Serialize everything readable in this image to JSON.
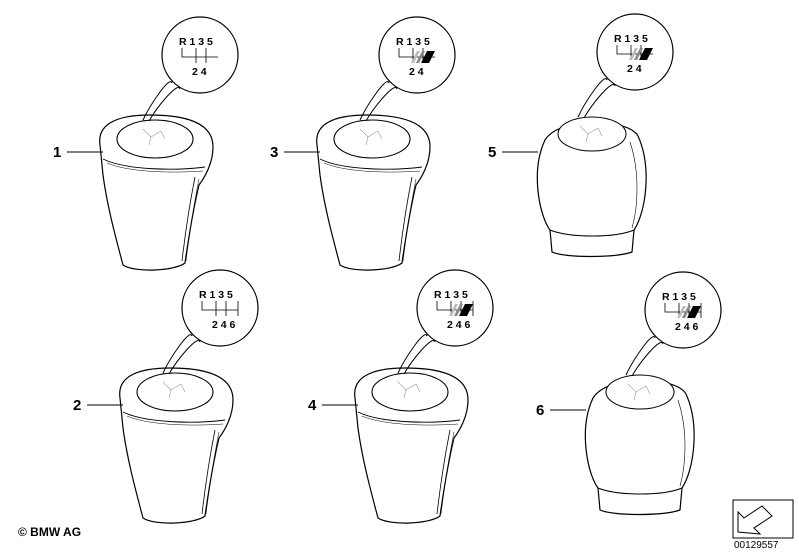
{
  "copyright": "© BMW AG",
  "doc_number": "00129557",
  "items": [
    {
      "number": "1",
      "gear_rows": [
        "R 1 3 5",
        "2 4"
      ],
      "six_speed": false,
      "m_logo": false,
      "style": "classic"
    },
    {
      "number": "2",
      "gear_rows": [
        "R 1 3 5",
        "2 4 6"
      ],
      "six_speed": true,
      "m_logo": false,
      "style": "classic"
    },
    {
      "number": "3",
      "gear_rows": [
        "R 1 3 5",
        "2 4"
      ],
      "six_speed": false,
      "m_logo": true,
      "style": "classic"
    },
    {
      "number": "4",
      "gear_rows": [
        "R 1 3 5",
        "2 4 6"
      ],
      "six_speed": true,
      "m_logo": true,
      "style": "classic"
    },
    {
      "number": "5",
      "gear_rows": [
        "R 1 3 5",
        "2 4"
      ],
      "six_speed": false,
      "m_logo": true,
      "style": "round"
    },
    {
      "number": "6",
      "gear_rows": [
        "R 1 3 5",
        "2 4 6"
      ],
      "six_speed": true,
      "m_logo": true,
      "style": "round"
    }
  ]
}
